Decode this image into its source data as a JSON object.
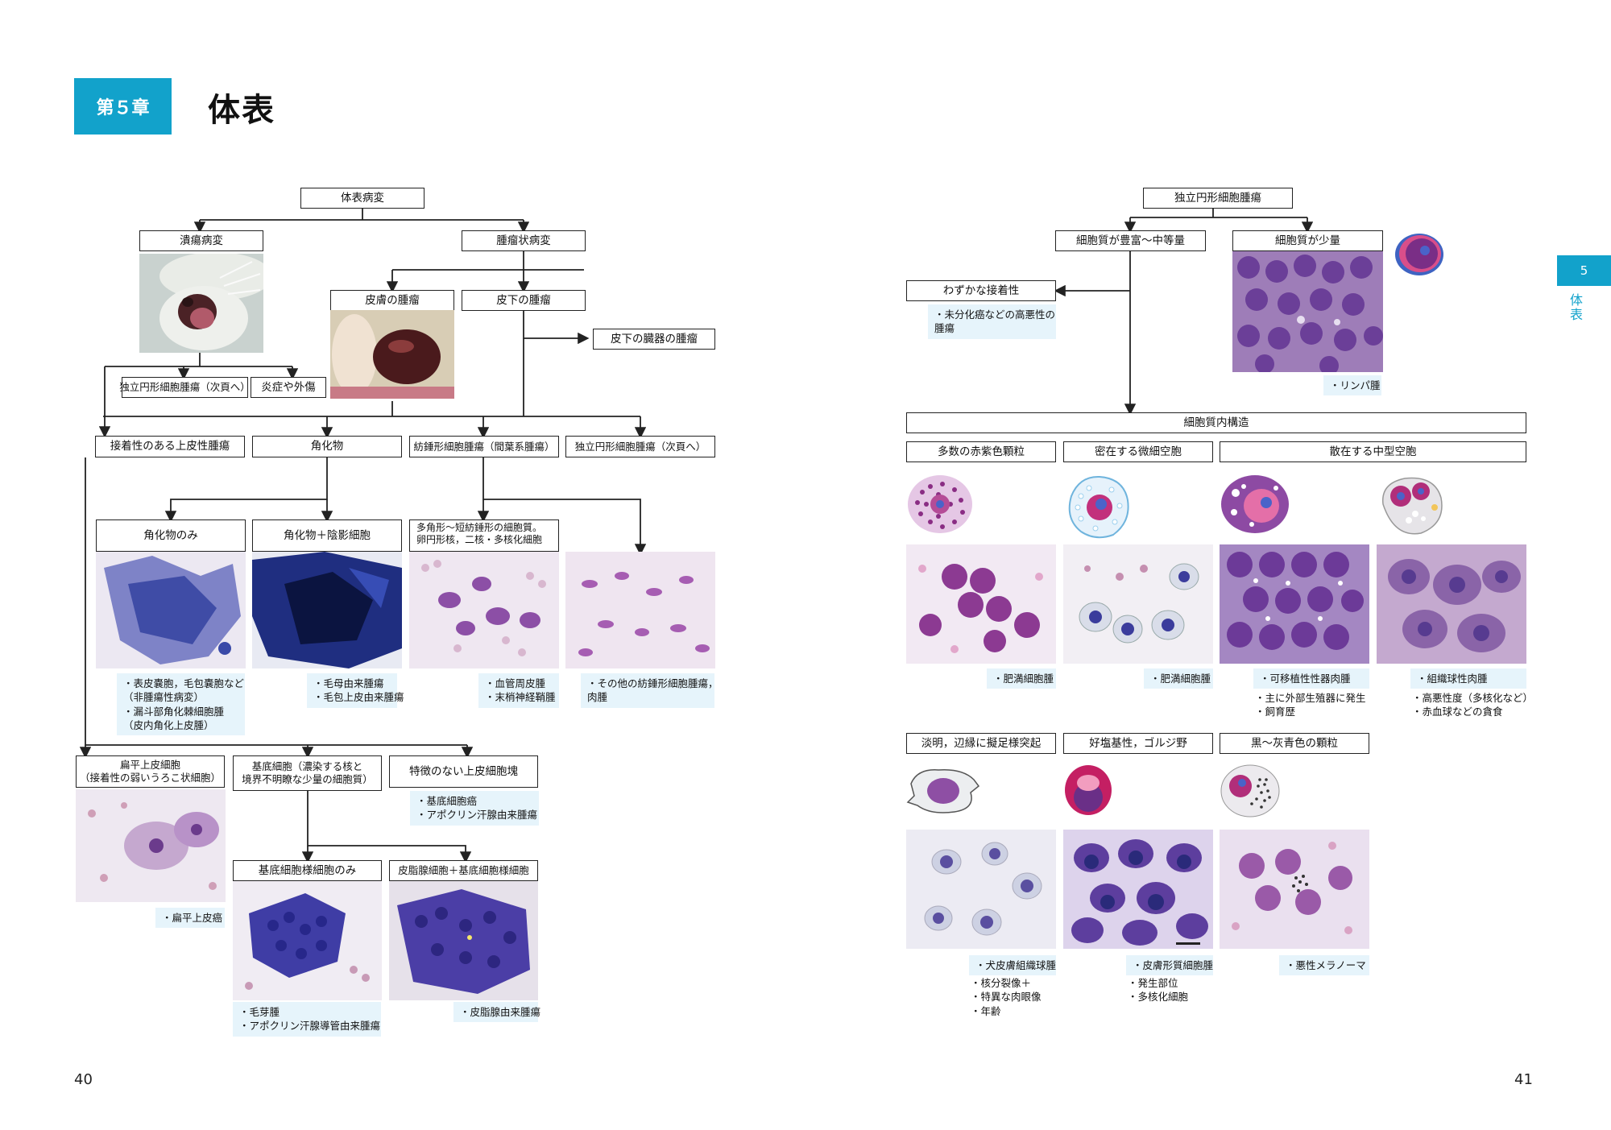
{
  "header": {
    "chapter": "第５章",
    "title": "体表"
  },
  "side_tab": {
    "number": "5",
    "label": "体表"
  },
  "page_numbers": {
    "left": "40",
    "right": "41"
  },
  "left_tree": {
    "root": "体表病変",
    "ulcer": "潰瘍病変",
    "mass": "腫瘤状病変",
    "skin_tumor": "皮膚の腫瘤",
    "subq_tumor": "皮下の腫瘤",
    "subq_organ": "皮下の臓器の腫瘤",
    "round_cell_next": "独立円形細胞腫瘍（次頁へ）",
    "inflammation": "炎症や外傷",
    "cat_epithelial": "接着性のある上皮性腫瘍",
    "cat_keratin": "角化物",
    "cat_spindle": "紡錘形細胞腫瘍（間葉系腫瘍）",
    "cat_round": "独立円形細胞腫瘍（次頁へ）",
    "keratin_only": "角化物のみ",
    "keratin_ghost": "角化物＋陰影細胞",
    "polygonal_1": "多角形～短紡錘形の細胞質。",
    "polygonal_2": "卵円形核，二核・多核化細胞",
    "note_keratin_only": [
      "・表皮嚢胞，毛包嚢胞など",
      "（非腫瘍性病変）",
      "・漏斗部角化棘細胞腫",
      "（皮内角化上皮腫）"
    ],
    "note_keratin_ghost": [
      "・毛母由来腫瘍",
      "・毛包上皮由来腫瘍"
    ],
    "note_polygonal": [
      "・血管周皮腫",
      "・末梢神経鞘腫"
    ],
    "note_other_spindle": [
      "・その他の紡錘形細胞腫瘍，",
      "肉腫"
    ],
    "squamous_1": "扁平上皮細胞",
    "squamous_2": "（接着性の弱いうろこ状細胞）",
    "basal_1": "基底細胞（濃染する核と",
    "basal_2": "境界不明瞭な少量の細胞質）",
    "featureless": "特徴のない上皮細胞塊",
    "note_featureless": [
      "・基底細胞癌",
      "・アポクリン汗腺由来腫瘍"
    ],
    "note_squamous": [
      "・扁平上皮癌"
    ],
    "basal_only": "基底細胞様細胞のみ",
    "sebaceous_basal": "皮脂腺細胞＋基底細胞様細胞",
    "note_basal_only": [
      "・毛芽腫",
      "・アポクリン汗腺導管由来腫瘍"
    ],
    "note_sebaceous": [
      "・皮脂腺由来腫瘍"
    ]
  },
  "right_tree": {
    "root": "独立円形細胞腫瘍",
    "rich": "細胞質が豊富～中等量",
    "scant": "細胞質が少量",
    "weak_adhesion": "わずかな接着性",
    "note_weak": [
      "・未分化癌などの高悪性の",
      "腫瘍"
    ],
    "note_lymphoma": [
      "・リンパ腫"
    ],
    "intracytoplasmic": "細胞質内構造",
    "granules": "多数の赤紫色顆粒",
    "dense_vacuoles": "密在する微細空胞",
    "scattered_vacuoles": "散在する中型空胞",
    "note_mast1": [
      "・肥満細胞腫"
    ],
    "note_mast2": [
      "・肥満細胞腫"
    ],
    "note_tvt": [
      "・可移植性性器肉腫"
    ],
    "sub_tvt": [
      "・主に外部生殖器に発生",
      "・飼育歴"
    ],
    "note_histiocytic": [
      "・組織球性肉腫"
    ],
    "sub_histiocytic": [
      "・高悪性度（多核化など）",
      "・赤血球などの貪食"
    ],
    "pale": "淡明，辺縁に擬足様突起",
    "basophilic": "好塩基性，ゴルジ野",
    "black_granules": "黒～灰青色の顆粒",
    "note_histiocytoma": [
      "・犬皮膚組織球腫"
    ],
    "sub_histiocytoma": [
      "・核分裂像＋",
      "・特異な肉眼像",
      "・年齢"
    ],
    "note_plasmacytoma": [
      "・皮膚形質細胞腫"
    ],
    "sub_plasmacytoma": [
      "・発生部位",
      "・多核化細胞"
    ],
    "note_melanoma": [
      "・悪性メラノーマ"
    ]
  },
  "colors": {
    "accent": "#12a2cb",
    "note_bg": "#e6f4fb",
    "stain_purple": "#7a3d9a",
    "stain_blue": "#2f3f9e"
  }
}
